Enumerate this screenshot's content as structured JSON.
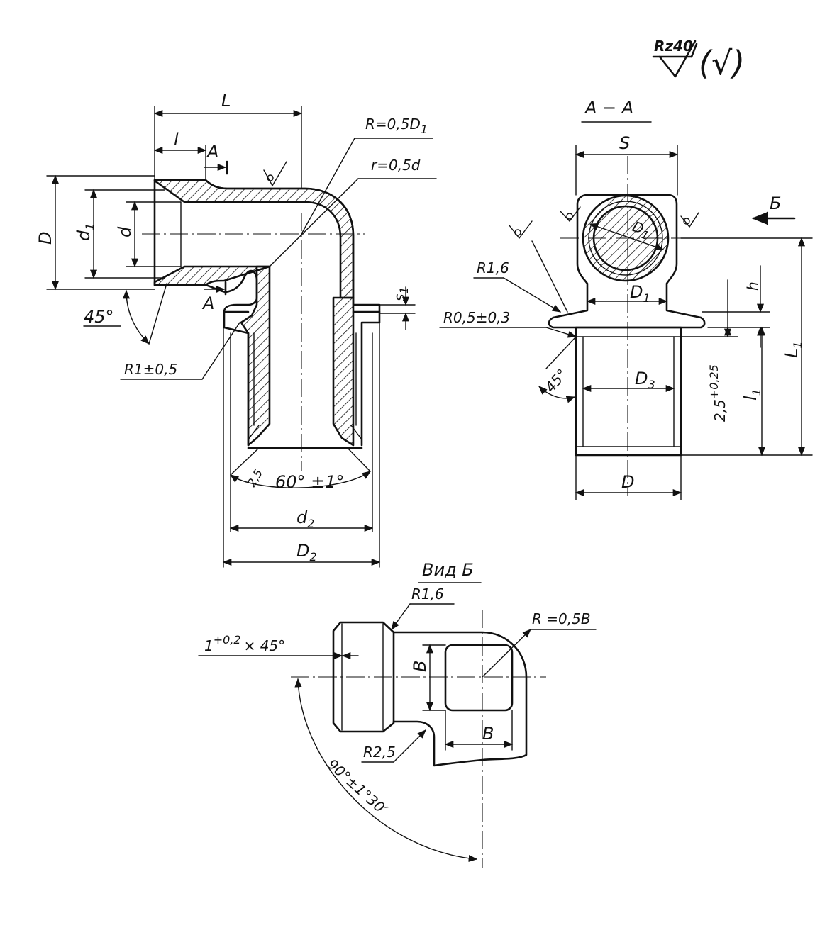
{
  "roughness": {
    "value": "Rz40",
    "note": "(√)"
  },
  "main_view": {
    "dim_L": "L",
    "dim_l": "l",
    "section_mark_top": "A",
    "section_mark_bottom": "A",
    "dim_D": "D",
    "dim_d1": "d",
    "dim_d1_sub": "1",
    "dim_d": "d",
    "radius_R": "R=0,5D",
    "radius_R_sub": "1",
    "radius_r": "r=0,5d",
    "dim_s1": "s",
    "dim_s1_sub": "1",
    "angle_45": "45°",
    "radius_R1": "R1±0,5",
    "chamfer_25": "2,5",
    "angle_60": "60° ±1°",
    "dim_d2": "d",
    "dim_d2_sub": "2",
    "dim_D2": "D",
    "dim_D2_sub": "2"
  },
  "section_view": {
    "title": "A − A",
    "dim_S": "S",
    "arrow_B": "Б",
    "dim_D1_inner": "D",
    "dim_D1_inner_sub": "1",
    "dim_D1_flange": "D",
    "dim_D1_flange_sub": "1",
    "radius_R16": "R1,6",
    "radius_R05": "R0,5±0,3",
    "dim_h": "h",
    "dim_L1": "L",
    "dim_L1_sub": "1",
    "dim_l1": "l",
    "dim_l1_sub": "1",
    "dim_25": "2,5",
    "dim_25_tol": "+0,25",
    "chamfer_45": "45°",
    "dim_D3": "D",
    "dim_D3_sub": "3",
    "dim_D_bottom": "D"
  },
  "view_b": {
    "title": "Вид Б",
    "radius_R16": "R1,6",
    "chamfer": "1",
    "chamfer_tol": "+0,2",
    "chamfer_angle": "× 45°",
    "radius_R05B": "R =0,5В",
    "dim_B_vertical": "В",
    "dim_B_horizontal": "В",
    "radius_R25": "R2,5",
    "angle_90": "90°±1°30′"
  }
}
